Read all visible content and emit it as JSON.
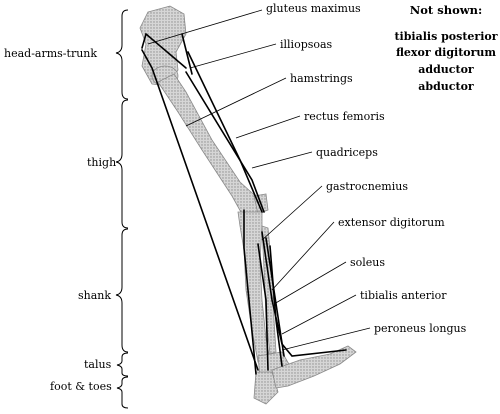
{
  "segments": [
    {
      "label": "head-arms-trunk"
    },
    {
      "label": "thigh"
    },
    {
      "label": "shank"
    },
    {
      "label": "talus"
    },
    {
      "label": "foot & toes"
    }
  ],
  "muscles": [
    {
      "label": "gluteus maximus"
    },
    {
      "label": "illiopsoas"
    },
    {
      "label": "hamstrings"
    },
    {
      "label": "rectus femoris"
    },
    {
      "label": "quadriceps"
    },
    {
      "label": "gastrocnemius"
    },
    {
      "label": "extensor digitorum"
    },
    {
      "label": "soleus"
    },
    {
      "label": "tibialis anterior"
    },
    {
      "label": "peroneus longus"
    }
  ],
  "not_shown": {
    "title": "Not shown:",
    "items": [
      "tibialis posterior",
      "flexor digitorum",
      "adductor",
      "abductor"
    ]
  },
  "colors": {
    "bone": "#cfcfcf",
    "bone_shade": "#9a9a9a",
    "line": "#000000"
  }
}
